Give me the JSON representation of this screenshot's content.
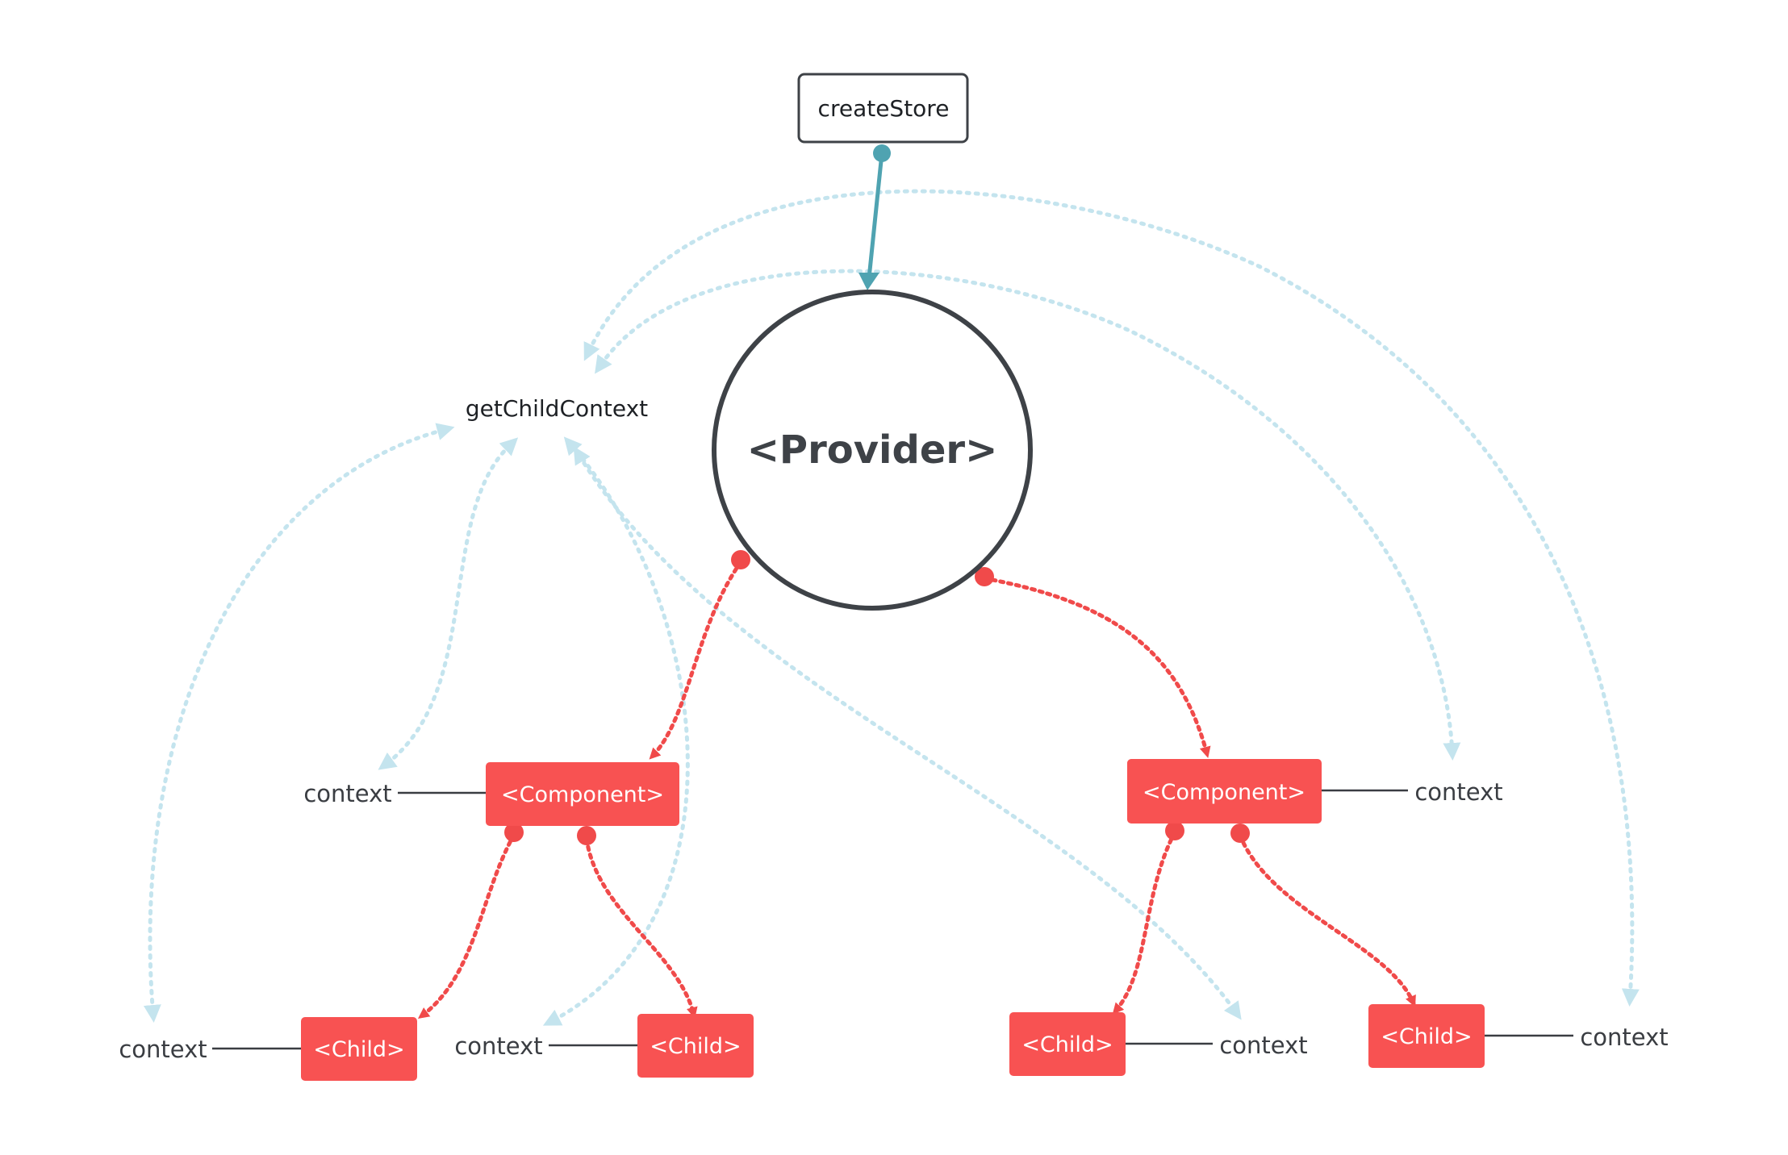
{
  "nodes": {
    "create_store": "createStore",
    "provider": "<Provider>",
    "get_child_context": "getChildContext",
    "component_left": "<Component>",
    "component_right": "<Component>",
    "child_1": "<Child>",
    "child_2": "<Child>",
    "child_3": "<Child>",
    "child_4": "<Child>"
  },
  "context_labels": {
    "component_left": "context",
    "component_right": "context",
    "child_1": "context",
    "child_2": "context",
    "child_3": "context",
    "child_4": "context"
  },
  "colors": {
    "store_link": "#4fa3b1",
    "provider_link": "#f04a4a",
    "context_link": "#c4e4ee",
    "node_fill": "#f85252",
    "node_text": "#ffffff",
    "outline": "#3e4247",
    "label_text": "#3a3d42"
  }
}
